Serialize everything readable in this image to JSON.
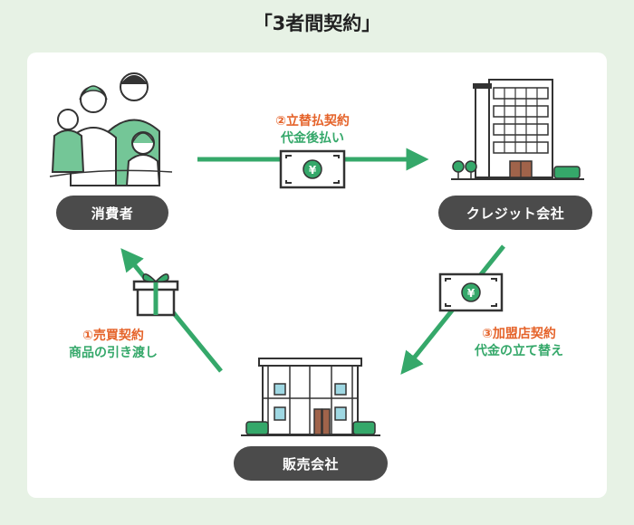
{
  "title": "「3者間契約」",
  "nodes": {
    "consumer": "消費者",
    "credit": "クレジット会社",
    "seller": "販売会社"
  },
  "links": {
    "contract2_title": "②立替払契約",
    "contract2_desc": "代金後払い",
    "contract3_title": "③加盟店契約",
    "contract3_desc": "代金の立て替え",
    "contract1_title": "①売買契約",
    "contract1_desc": "商品の引き渡し"
  },
  "icons": {
    "money": "money-icon",
    "gift": "gift-icon",
    "family": "family-icon",
    "building": "office-building-icon",
    "shop": "shop-building-icon"
  },
  "colors": {
    "accent_green": "#35a86a",
    "label_orange": "#e5632a",
    "pill_dark": "#4b4b4b",
    "background": "#e7f2e5"
  },
  "currency_symbol": "¥"
}
